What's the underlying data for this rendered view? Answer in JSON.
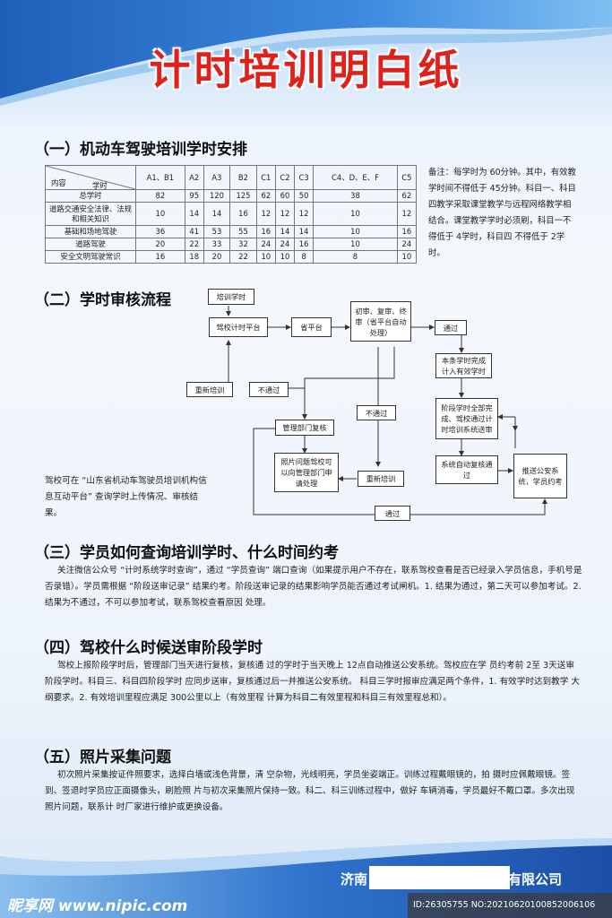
{
  "title": "计时培训明白纸",
  "section1": {
    "heading": "（一）机动车驾驶培训学时安排",
    "corner_top": "内容",
    "corner_bottom": "学时",
    "columns": [
      "A1、B1",
      "A2",
      "A3",
      "B2",
      "C1",
      "C2",
      "C3",
      "C4、D、E、F",
      "C5"
    ],
    "rows": [
      {
        "label": "总学时",
        "values": [
          "82",
          "95",
          "120",
          "125",
          "62",
          "60",
          "50",
          "38",
          "62"
        ]
      },
      {
        "label": "道路交通安全法律、法规和相关知识",
        "values": [
          "10",
          "14",
          "14",
          "16",
          "12",
          "12",
          "12",
          "10",
          "12"
        ]
      },
      {
        "label": "基础和场地驾驶",
        "values": [
          "36",
          "41",
          "53",
          "55",
          "16",
          "14",
          "14",
          "10",
          "16"
        ]
      },
      {
        "label": "道路驾驶",
        "values": [
          "20",
          "22",
          "33",
          "32",
          "24",
          "24",
          "16",
          "10",
          "24"
        ]
      },
      {
        "label": "安全文明驾驶常识",
        "values": [
          "16",
          "18",
          "20",
          "22",
          "10",
          "10",
          "8",
          "8",
          "10"
        ]
      }
    ],
    "note": "备注：每学时为 60分钟。其中，有效教学时间不得低于 45分钟。科目一、科目四教学采取课堂教学与远程网络教学相结合。课堂教学学时必须刷，科目一不得低于 4学时，科目四 不得低于 2学时。"
  },
  "section2": {
    "heading": "（二）学时审核流程",
    "nodes": {
      "train": "培训学时",
      "school": "驾校计时平台",
      "province": "省平台",
      "review": "初审、复审、终审（省平台自动处理）",
      "pass1": "通过",
      "complete": "本条学时完成计入有效学时",
      "stage": "阶段学时全部完成、驾校通过计时培训系统送审",
      "auto": "系统自动复核通过",
      "police": "推送公安系统，学员约考",
      "retrain1": "重新培训",
      "fail1": "不通过",
      "fail2": "不通过",
      "dept": "管理部门复核",
      "issue": "照片问题驾校可以向管理部门申请处理",
      "retrain2": "重新培训",
      "pass2": "通过"
    },
    "side_note": "驾校可在 “山东省机动车驾驶员培训机构信息互动平台” 查询学时上传情况、审核结果。"
  },
  "section3": {
    "heading": "（三）学员如何查询培训学时、什么时间约考",
    "text": "关注微信公众号 “计时系统学时查询”，通过 “学员查询” 端口查询（如果提示用户不存在，联系驾校查看是否已经录入学员信息，手机号是否录错）。学员需根据 “阶段送审记录” 结果约考。阶段送审记录的结果影响学员能否通过考试闸机。1. 结果为通过，第二天可以参加考试。2. 结果为不通过，不可以参加考试，联系驾校查看原因 处理。"
  },
  "section4": {
    "heading": "（四）驾校什么时候送审阶段学时",
    "text": "驾校上报阶段学时后，管理部门当天进行复核，复核通 过的学时于当天晚上 12点自动推送公安系统。驾校应在学 员约考前 2至 3天送审阶段学时。科目三、科目四阶段学时 应同步送审，复核通过后一并推送公安系统。 科目三学时报审应满足两个条件，1. 有效学时达到教学 大纲要求。2. 有效培训里程应满足 300公里以上（有效里程 计算为科目二有效里程和科目三有效里程总和）。"
  },
  "section5": {
    "heading": "（五）照片采集问题",
    "text": "初次照片采集按证件照要求，选择白墙或浅色背景，清 空杂物，光线明亮，学员坐姿端正。训练过程戴眼镜的，拍 摄时应佩戴眼镜。签到、签退时学员应正面摄像头，刷脸照 片与初次采集照片保持一致。科二、科三训练过程中，做好 车辆消毒，学员最好不戴口罩。多次出现照片问题，联系计 时厂家进行维护或更换设备。"
  },
  "footer": {
    "company_prefix": "济南",
    "company_suffix": "有限公司",
    "watermark": "昵享网 www.nipic.com",
    "id_line": "ID:26305755 NO:20210620100852006106"
  }
}
